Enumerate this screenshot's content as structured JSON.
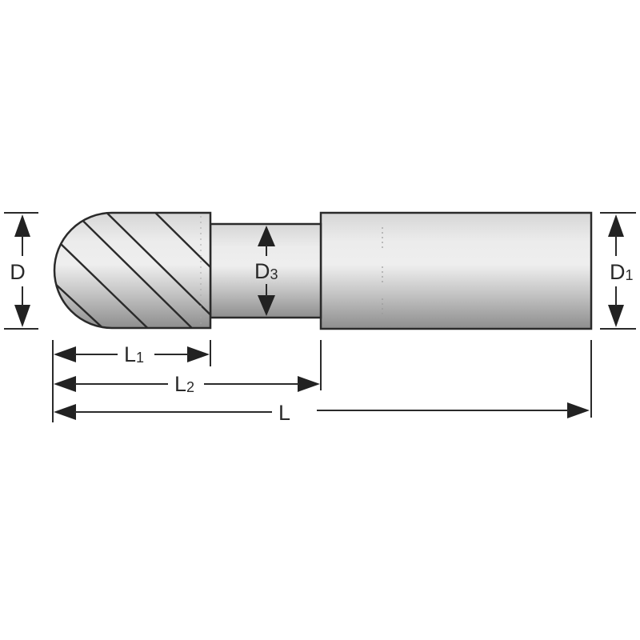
{
  "diagram": {
    "subject": "ball-nose rotary burr with reduced neck and cylindrical shank",
    "colors": {
      "outline": "#2a2a2a",
      "metal_light": "#efefef",
      "metal_mid": "#cfcfcf",
      "metal_dark": "#8e8e8e",
      "background": "#ffffff"
    },
    "dimensions": {
      "D": {
        "main": "D",
        "sub": ""
      },
      "D3": {
        "main": "D",
        "sub": "3"
      },
      "D1": {
        "main": "D",
        "sub": "1"
      },
      "L1": {
        "main": "L",
        "sub": "1"
      },
      "L2": {
        "main": "L",
        "sub": "2"
      },
      "L": {
        "main": "L",
        "sub": ""
      }
    }
  }
}
